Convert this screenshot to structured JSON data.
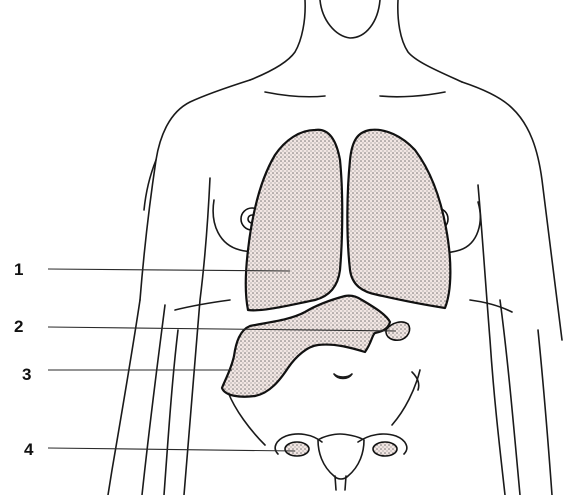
{
  "labels": [
    {
      "id": 1,
      "text": "1"
    },
    {
      "id": 2,
      "text": "2"
    },
    {
      "id": 3,
      "text": "3"
    },
    {
      "id": 4,
      "text": "4"
    }
  ],
  "colors": {
    "ink": "#111111",
    "organ_fill": "#f2e6e3",
    "dot": "#6b6b6b",
    "background": "#ffffff"
  },
  "icons": [
    "torso-outline",
    "lungs",
    "diaphragm-liver",
    "stomach",
    "uterus-ovaries"
  ]
}
